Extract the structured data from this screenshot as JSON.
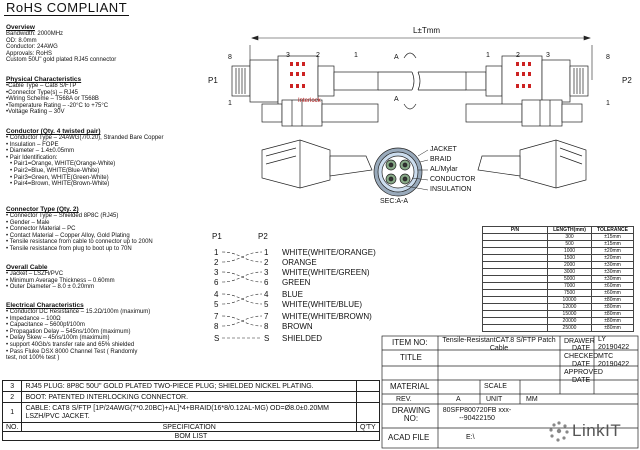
{
  "title": "RoHS COMPLIANT",
  "overview": {
    "heading": "Overview",
    "lines": [
      "Bandwidth: 2000MHz",
      "OD: 8.0mm",
      "Conductor: 24AWG",
      "Approvals: RoHS",
      "Custom 50U\" gold plated RJ45 connector"
    ]
  },
  "physical": {
    "heading": "Physical Characteristics",
    "lines": [
      "•Cable Type – Cat8 S/FTP",
      "•Connector Type(s) – RJ45",
      "•Wiring Scheme – T568A or T568B",
      "•Temperature Rating – -20°C to +75°C",
      "•Voltage Rating – 30V"
    ]
  },
  "conductor": {
    "heading": "Conductor (Qty. 4 twisted pair)",
    "lines": [
      "• Conductor Type – 24AWG(7/0.20), Stranded Bare Copper",
      "• Insulation – FOPE",
      "• Diameter – 1.4±0.05mm",
      "• Pair Identification:",
      "  • Pair1=Orange, WHITE(Orange-White)",
      "  • Pair2=Blue, WHITE(Blue-White)",
      "  • Pair3=Green, WHITE(Green-White)",
      "  • Pair4=Brown, WHITE(Brown-White)"
    ]
  },
  "connector": {
    "heading": "Connector Type (Qty. 2)",
    "lines": [
      "• Connector Type – Shielded 8P8C (RJ45)",
      "• Gender – Male",
      "• Connector Material – PC",
      "• Contact Material – Copper Alloy, Gold Plating",
      "• Tensile resistance from cable to connector up to 200N",
      "• Tensile resistance from plug to boot up to 70N"
    ]
  },
  "overall": {
    "heading": "Overall Cable",
    "lines": [
      "• Jacket – LSZH/PVC",
      "• Minimum Average Thickness – 0.60mm",
      "• Outer Diameter – 8.0 ± 0.20mm"
    ]
  },
  "electrical": {
    "heading": "Electrical Characteristics",
    "lines": [
      "• Conductor DC Resistance – 15.2Ω/100m (maximum)",
      "• Impedance – 100Ω",
      "• Capacitance – 5600pf/100m",
      "• Propagation Delay – 545ns/100m (maximum)",
      "• Delay Skew – 45ns/100m (maximum)",
      "• support 40Gb/s transfer rate and 65% shielded",
      "• Pass Fluke DSX 8000 Channel Test ( Randomly",
      "test, not 100% test )"
    ]
  },
  "drawing": {
    "length_label": "L±Tmm",
    "p1": "P1",
    "p2": "P2",
    "pin8": "8",
    "pin1": "1",
    "callouts": [
      "3",
      "2",
      "1",
      "1",
      "2",
      "3"
    ],
    "section_a": "A",
    "interlock": "Interlock",
    "section_label": "SEC:A-A",
    "cross_section": [
      "JACKET",
      "BRAID",
      "AL/Mylar",
      "CONDUCTOR",
      "INSULATION"
    ]
  },
  "wiring": {
    "p1": "P1",
    "p2": "P2",
    "rows": [
      {
        "left": "1",
        "right": "1",
        "label": "WHITE(WHITE/ORANGE)"
      },
      {
        "left": "2",
        "right": "2",
        "label": "ORANGE"
      },
      {
        "left": "3",
        "right": "3",
        "label": "WHITE(WHITE/GREEN)"
      },
      {
        "left": "6",
        "right": "6",
        "label": "GREEN"
      },
      {
        "left": "4",
        "right": "4",
        "label": "BLUE"
      },
      {
        "left": "5",
        "right": "5",
        "label": "WHITE(WHITE/BLUE)"
      },
      {
        "left": "7",
        "right": "7",
        "label": "WHITE(WHITE/BROWN)"
      },
      {
        "left": "8",
        "right": "8",
        "label": "BROWN"
      },
      {
        "left": "S",
        "right": "S",
        "label": "SHIELDED"
      }
    ]
  },
  "tolerance": {
    "headers": [
      "P/N",
      "LENGTH(mm)",
      "TOLERANCE"
    ],
    "rows": [
      [
        "300",
        "±15mm"
      ],
      [
        "500",
        "±15mm"
      ],
      [
        "1000",
        "±20mm"
      ],
      [
        "1500",
        "±20mm"
      ],
      [
        "2000",
        "±30mm"
      ],
      [
        "3000",
        "±30mm"
      ],
      [
        "5000",
        "±30mm"
      ],
      [
        "7000",
        "±60mm"
      ],
      [
        "7500",
        "±60mm"
      ],
      [
        "10000",
        "±80mm"
      ],
      [
        "12000",
        "±80mm"
      ],
      [
        "15000",
        "±80mm"
      ],
      [
        "20000",
        "±80mm"
      ],
      [
        "25000",
        "±80mm"
      ]
    ]
  },
  "title_block": {
    "item_no_label": "ITEM NO:",
    "item_no_value": "Tensile-ResistantCAT.8 S/FTP Patch Cable",
    "title_label": "TITLE",
    "drawer_label": "DRAWER",
    "drawer_value": "LY",
    "date_label": "DATE",
    "date1": "20190422",
    "checked_label": "CHECKED",
    "checked_value": "MTC",
    "date2": "20190422",
    "approved_label": "APPROVED",
    "material_label": "MATERIAL",
    "scale_label": "SCALE",
    "rev_label": "REV.",
    "rev_value": "A",
    "unit_label": "UNIT",
    "unit_value": "MM",
    "drawing_label": "DRAWING NO:",
    "drawing_value": "80SFP800720FB xxx---90422150",
    "acad_label": "ACAD FILE",
    "acad_value": "E:\\"
  },
  "bom": {
    "rows": [
      {
        "no": "3",
        "spec": "RJ45 PLUG: 8P8C 50U\" GOLD PLATED TWO-PIECE PLUG; SHIELDED NICKEL PLATING.",
        "qty": ""
      },
      {
        "no": "2",
        "spec": "BOOT: PATENTED INTERLOCKING CONNECTOR.",
        "qty": ""
      },
      {
        "no": "1",
        "spec": "CABLE: CAT8 S/FTP [1P/24AWG(7*0.20BC)+AL]*4+BRAID(16*8/0.12AL-MG) OD=Ø8.0±0.20MM LSZH/PVC JACKET.",
        "qty": ""
      }
    ],
    "no_header": "NO.",
    "spec_header": "SPECIFICATION",
    "qty_header": "Q'TY",
    "list_title": "BOM LIST"
  },
  "logo": "LinkIT"
}
